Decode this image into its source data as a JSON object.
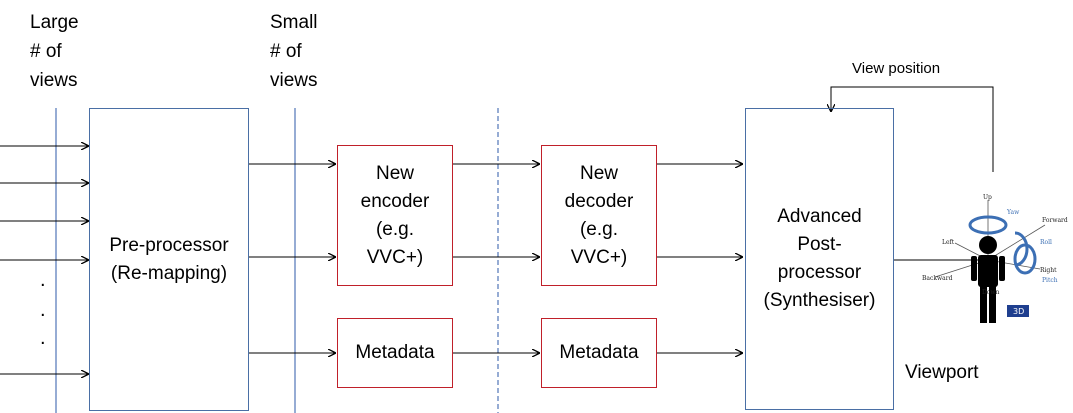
{
  "labels": {
    "large_views": [
      "Large",
      "# of",
      "views"
    ],
    "small_views": [
      "Small",
      "# of",
      "views"
    ],
    "view_position": "View position",
    "viewport": "Viewport",
    "input_ellipsis": [
      ".",
      ".",
      "."
    ]
  },
  "boxes": {
    "preprocessor": [
      "Pre-processor",
      "(Re-mapping)"
    ],
    "encoder": [
      "New",
      "encoder",
      "(e.g.",
      "VVC+)"
    ],
    "encoder_metadata": [
      "Metadata"
    ],
    "decoder": [
      "New",
      "decoder",
      "(e.g.",
      "VVC+)"
    ],
    "decoder_metadata": [
      "Metadata"
    ],
    "postprocessor": [
      "Advanced",
      "Post-",
      "processor",
      "(Synthesiser)"
    ]
  },
  "viewer_icon": {
    "labels": [
      "Up",
      "Yaw",
      "Forward",
      "Left",
      "Roll",
      "Backward",
      "Right",
      "Pitch",
      "Down"
    ],
    "badge": "3D"
  },
  "colors": {
    "box_blue": "#4a6fa5",
    "box_red": "#c0202a",
    "divider_blue": "#2e5aa8",
    "arrow": "#000000",
    "icon_blue": "#3c6fb4"
  }
}
